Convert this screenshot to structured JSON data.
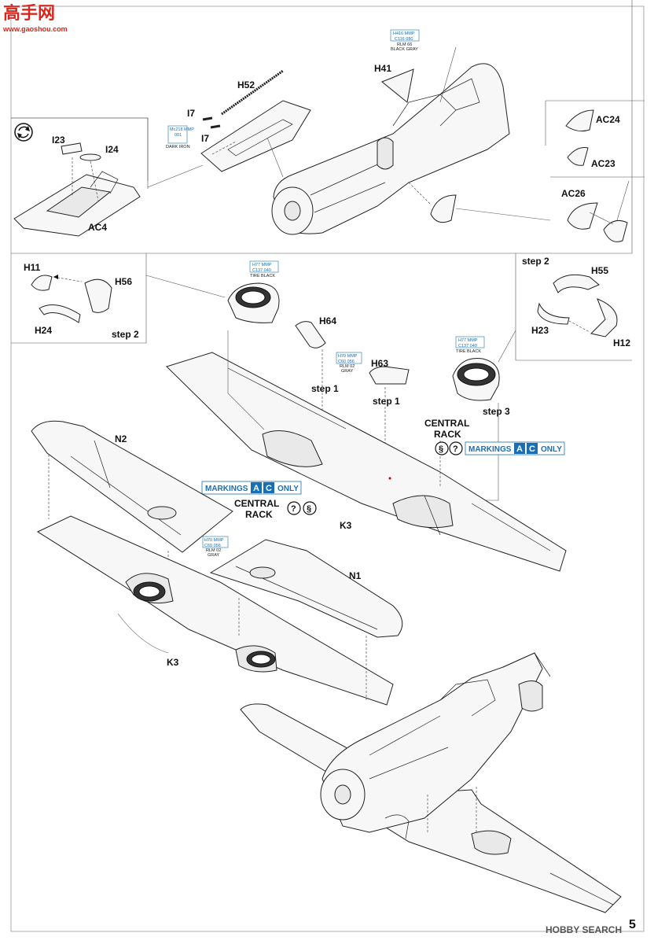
{
  "watermark": {
    "site_name": "高手网",
    "site_url": "www.gaoshou.com"
  },
  "page_number": "5",
  "footer_brand": "HOBBY SEARCH",
  "top_section": {
    "parts": {
      "h52": "H52",
      "i7_a": "I7",
      "i7_b": "I7",
      "i23": "I23",
      "i24": "I24",
      "ac4": "AC4",
      "h41": "H41",
      "ac24": "AC24",
      "ac23": "AC23",
      "ac26": "AC26"
    },
    "paint_dark_iron": {
      "line1": "Mc218 MMP",
      "line2": "001",
      "name": "DARK IRON"
    },
    "paint_black_gray": {
      "line1": "H416 MMP",
      "line2": "C116  080",
      "name1": "RLM 66",
      "name2": "BLACK GRAY"
    }
  },
  "mid_section": {
    "left_box": {
      "parts": {
        "h11": "H11",
        "h56": "H56",
        "h24": "H24"
      },
      "step": "step 2"
    },
    "right_box": {
      "parts": {
        "h55": "H55",
        "h23": "H23",
        "h12": "H12"
      },
      "step": "step 2"
    },
    "tire_paint_left": {
      "line1": "H77 MMP",
      "line2": "C137  040",
      "name": "TIRE BLACK"
    },
    "tire_paint_right": {
      "line1": "H77 MMP",
      "line2": "C137  040",
      "name": "TIRE BLACK"
    },
    "h64": "H64",
    "h63": "H63",
    "gray_paint": {
      "line1": "H70 MMP",
      "line2": "C60  056",
      "name1": "RLM 02",
      "name2": "GRAY"
    },
    "step1_left": "step 1",
    "step1_right": "step 1",
    "step3": "step 3"
  },
  "wing_section": {
    "central_rack_right": {
      "line1": "CENTRAL",
      "line2": "RACK"
    },
    "markings_right": {
      "prefix": "MARKINGS",
      "a": "A",
      "c": "C",
      "suffix": "ONLY"
    },
    "markings_left": {
      "prefix": "MARKINGS",
      "a": "A",
      "c": "C",
      "suffix": "ONLY"
    },
    "central_rack_left": {
      "line1": "CENTRAL",
      "line2": "RACK"
    },
    "n2": "N2",
    "n1": "N1",
    "k3_right": "K3",
    "k3_left": "K3",
    "gray_paint_left": {
      "line1": "H70 MMP",
      "line2": "C60  056",
      "name1": "RLM 02",
      "name2": "GRAY"
    }
  },
  "colors": {
    "paint_code_blue": "#1a6fb3",
    "marking_box": "#1a6fb3",
    "watermark_red": "#d9261c",
    "hobbysearch_gray": "#555555"
  }
}
